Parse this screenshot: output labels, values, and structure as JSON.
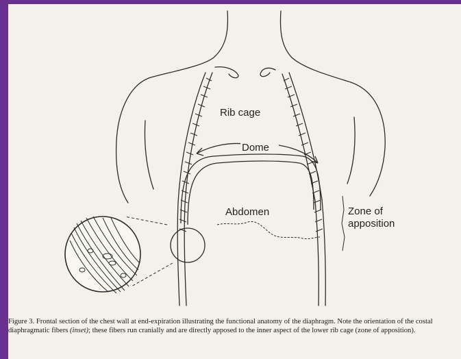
{
  "figure": {
    "labels": {
      "rib_cage": "Rib cage",
      "dome": "Dome",
      "abdomen": "Abdomen",
      "zone_line1": "Zone of",
      "zone_line2": "apposition"
    },
    "caption": {
      "prefix": "Figure 3. Frontal section of the chest wall at end-expiration illustrating the functional anatomy of the diaphragm. Note the orientation of the costal diaphragmatic fibers ",
      "inset": "(inset)",
      "suffix": "; these fibers run cranially and are directly apposed to the inner aspect of the lower rib cage (zone of apposition)."
    }
  },
  "colors": {
    "frame": "#6a3090",
    "paper": "#f3f1ea",
    "ink": "#2a2a2a"
  }
}
